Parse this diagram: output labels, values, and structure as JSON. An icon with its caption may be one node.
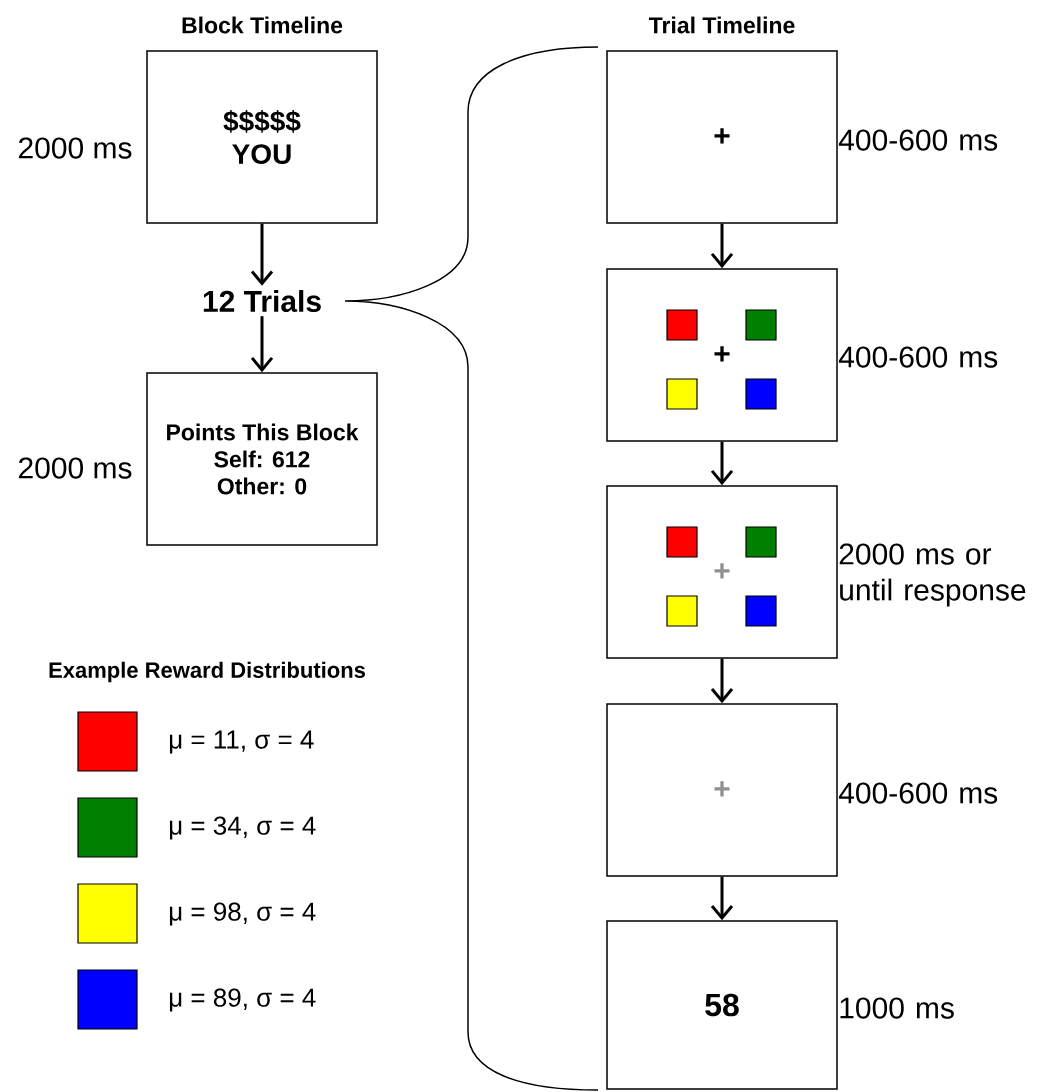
{
  "diagram": {
    "nodes": [
      {
        "text": [
          "$$$$$",
          "YOU"
        ],
        "beside": [
          "2000 ms"
        ]
      },
      {
        "text": [
          "12 Trials"
        ]
      },
      {
        "text": [
          "Points This Block",
          "Self: 612",
          "Other: 0"
        ],
        "beside": [
          "2000 ms"
        ]
      },
      {
        "text": [
          "+"
        ],
        "beside": [
          "400-600 ms"
        ]
      },
      {
        "text": [
          "+"
        ],
        "beside": [
          "400-600 ms"
        ]
      },
      {
        "text": [
          "+"
        ],
        "beside": [
          "2000 ms or until response"
        ]
      },
      {
        "text": [
          "+"
        ],
        "beside": [
          "400-600 ms"
        ]
      },
      {
        "text": [
          "58"
        ],
        "beside": [
          "1000 ms"
        ]
      }
    ],
    "edges": [
      {
        "from": 0,
        "to": 1,
        "arrow": "to"
      },
      {
        "from": 1,
        "to": 2,
        "arrow": "to"
      },
      {
        "from": 3,
        "to": 4,
        "arrow": "to"
      },
      {
        "from": 4,
        "to": 5,
        "arrow": "to"
      },
      {
        "from": 5,
        "to": 6,
        "arrow": "to"
      },
      {
        "from": 6,
        "to": 7,
        "arrow": "to"
      }
    ],
    "labels": [
      "Block Timeline",
      "Trial Timeline",
      "Example Reward Distributions"
    ],
    "legend": [
      {
        "text": "μ = 11, σ = 4",
        "color": "#ff0000"
      },
      {
        "text": "μ = 34, σ = 4",
        "color": "#008000"
      },
      {
        "text": "μ = 98, σ = 4",
        "color": "#ffff00"
      },
      {
        "text": "μ = 89, σ = 4",
        "color": "#0000ff"
      }
    ]
  }
}
